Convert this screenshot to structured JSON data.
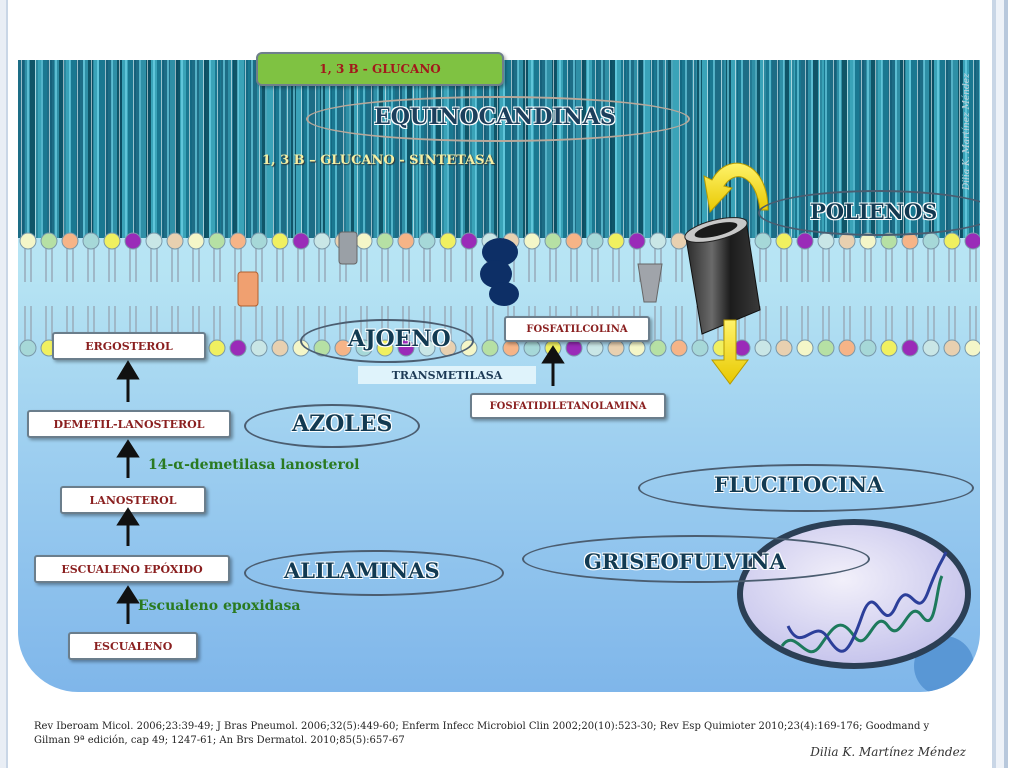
{
  "labels": {
    "glucano_box": "1, 3 B - GLUCANO",
    "equinocandinas": "EQUINOCANDINAS",
    "glucano_sintetasa": "1, 3 B – GLUCANO - SINTETASA",
    "polienos": "POLIENOS",
    "ajoeno": "AJOENO",
    "fosfatilcolina": "FOSFATILCOLINA",
    "transmetilasa": "TRANSMETILASA",
    "fosfatidiletanolamina": "FOSFATIDILETANOLAMINA",
    "azoles": "AZOLES",
    "ergosterol": "ERGOSTEROL",
    "demetil_lanosterol": "DEMETIL-LANOSTEROL",
    "demetilasa": "14-α-demetilasa lanosterol",
    "lanosterol": "LANOSTEROL",
    "flucitocina": "FLUCITOCINA",
    "escualeno_epoxido": "ESCUALENO EPÓXIDO",
    "alilaminas": "ALILAMINAS",
    "griseofulvina": "GRISEOFULVINA",
    "escualeno_epoxidasa": "Escualeno epoxidasa",
    "escualeno": "ESCUALENO"
  },
  "reference": "Rev Iberoam Micol. 2006;23:39-49; J Bras Pneumol. 2006;32(5):449-60; Enferm Infecc Microbiol Clin 2002;20(10):523-30; Rev Esp Quimioter 2010;23(4):169-176; Goodmand y Gilman 9ª edición, cap 49; 1247-61; An Brs Dermatol. 2010;85(5):657-67",
  "signature": "Dilia K. Martínez Méndez",
  "signature_vertical": "Dilia K. Martínez Méndez",
  "colors": {
    "box_text": "#8a1f1f",
    "green_box": "#7fc242",
    "arrow_yellow": "#f2e31a",
    "label_dark": "#123a52"
  }
}
